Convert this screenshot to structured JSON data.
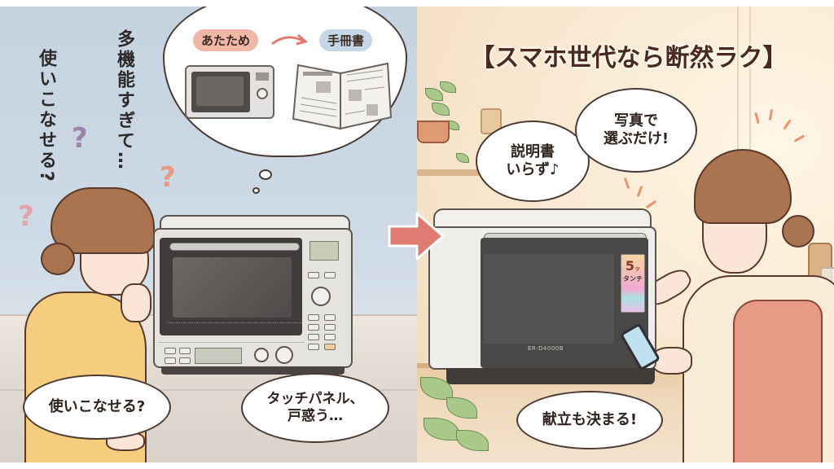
{
  "left_panel": {
    "background": "#c9d6e2",
    "vertical_texts": [
      "使いこなせる?",
      "多機能すぎて…"
    ],
    "question_marks": [
      {
        "char": "?",
        "color": "#9a86a8"
      },
      {
        "char": "?",
        "color": "#e89a86"
      },
      {
        "char": "?",
        "color": "#e3a3ad"
      }
    ],
    "thought_cloud": {
      "tag_heat": "あたため",
      "tag_manual": "手冊書",
      "arrow_color": "#e07b6b",
      "tag_heat_color": "#eeb7a6",
      "tag_manual_color": "#c5d6e6"
    },
    "bubbles": {
      "question": "使いこなせる?",
      "touch_panel_line1": "タッチパネル、",
      "touch_panel_line2": "戸惑う…"
    },
    "microwave": {
      "type": "multi-function oven range",
      "body_color": "#e4e3e0"
    }
  },
  "transition_arrow": {
    "color": "#e07b72",
    "direction": "right"
  },
  "right_panel": {
    "background": "#f7e6cd",
    "title": "【スマホ世代なら断然ラク】",
    "title_color": "#4a2a1e",
    "bubbles": {
      "no_manual_line1": "説明書",
      "no_manual_line2": "いらず♪",
      "photo_line1": "写真で",
      "photo_line2": "選ぶだけ!",
      "menu": "献立も決まる!"
    },
    "microwave": {
      "model": "ER-D4000B",
      "touch_panel_number": "5",
      "touch_panel_suffix": "ッ",
      "touch_panel_label": "タンチ"
    }
  }
}
